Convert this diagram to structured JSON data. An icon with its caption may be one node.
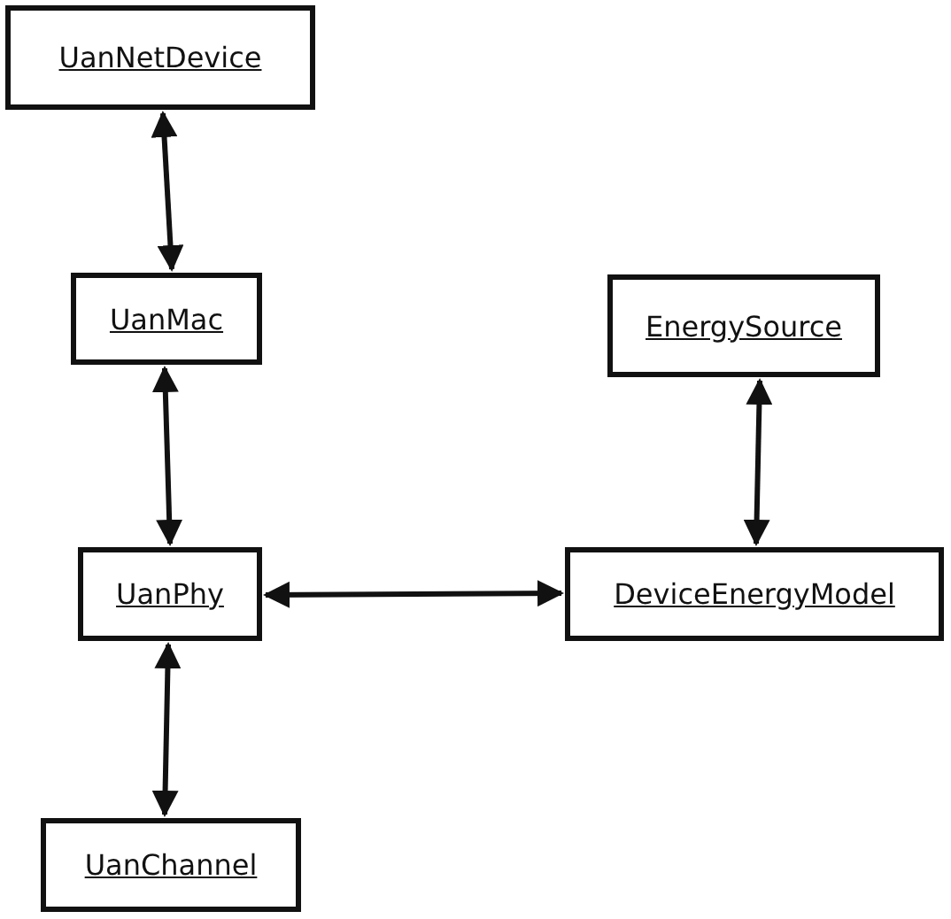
{
  "diagram": {
    "nodes": [
      {
        "text": [
          "UanNetDevice"
        ]
      },
      {
        "text": [
          "UanMac"
        ]
      },
      {
        "text": [
          "UanPhy"
        ]
      },
      {
        "text": [
          "UanChannel"
        ]
      },
      {
        "text": [
          "EnergySource"
        ]
      },
      {
        "text": [
          "DeviceEnergyModel"
        ]
      }
    ],
    "edges": [
      {
        "from": 0,
        "to": 1,
        "arrow": "both"
      },
      {
        "from": 1,
        "to": 2,
        "arrow": "both"
      },
      {
        "from": 2,
        "to": 3,
        "arrow": "both"
      },
      {
        "from": 2,
        "to": 5,
        "arrow": "both"
      },
      {
        "from": 4,
        "to": 5,
        "arrow": "both"
      }
    ]
  }
}
